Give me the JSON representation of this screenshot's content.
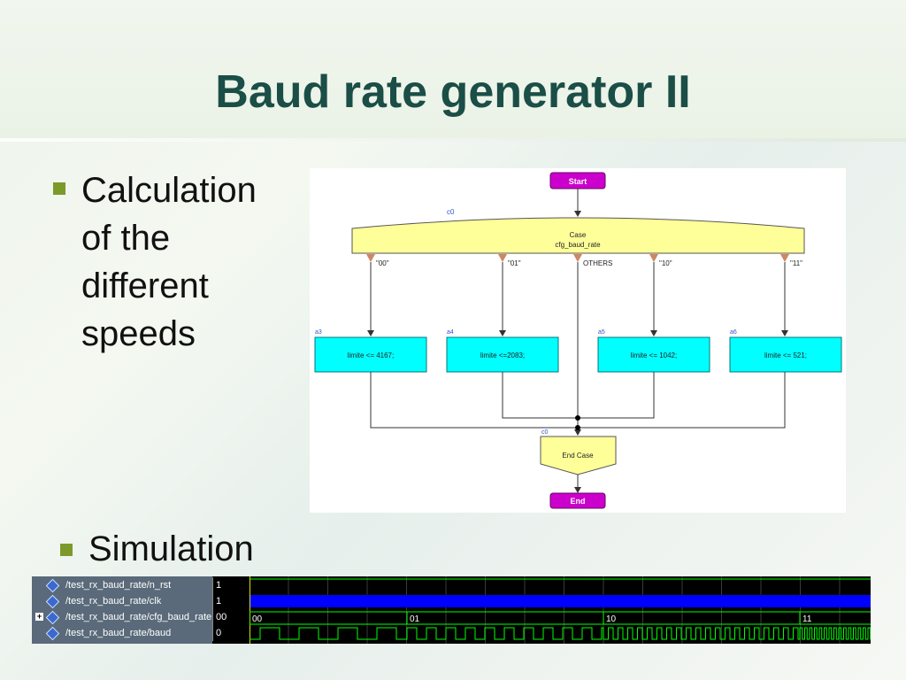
{
  "slide": {
    "title": "Baud rate generator II",
    "bullets": [
      {
        "lines": [
          "Calculation",
          "of the",
          "different",
          "speeds"
        ]
      },
      {
        "lines": [
          "Simulation"
        ]
      }
    ]
  },
  "flowchart": {
    "start_label": "Start",
    "case_id": "c0",
    "case_line1": "Case",
    "case_line2": "cfg_baud_rate",
    "branches": [
      {
        "choice": "\"00\"",
        "id": "a3",
        "action": "limite <= 4167;"
      },
      {
        "choice": "\"01\"",
        "id": "a4",
        "action": "limite <=2083;"
      },
      {
        "choice": "OTHERS"
      },
      {
        "choice": "\"10\"",
        "id": "a5",
        "action": "limite <= 1042;"
      },
      {
        "choice": "\"11\"",
        "id": "a6",
        "action": "limite <= 521;"
      }
    ],
    "endcase_id": "c0",
    "endcase_label": "End Case",
    "end_label": "End",
    "colors": {
      "terminal": "#cc00cc",
      "case": "#ffff99",
      "action": "#00ffff",
      "choice": "#cc8866"
    }
  },
  "waveform": {
    "signals": [
      {
        "name": "/test_rx_baud_rate/n_rst",
        "value": "1",
        "expandable": false
      },
      {
        "name": "/test_rx_baud_rate/clk",
        "value": "1",
        "expandable": false
      },
      {
        "name": "/test_rx_baud_rate/cfg_baud_rate",
        "value": "00",
        "expandable": true
      },
      {
        "name": "/test_rx_baud_rate/baud",
        "value": "0",
        "expandable": false
      }
    ],
    "cfg_values": [
      "00",
      "01",
      "10",
      "11"
    ],
    "colors": {
      "signal": "#00ff00",
      "clock": "#0000ff",
      "background": "#000000",
      "names_panel": "#5a6a7a"
    }
  }
}
